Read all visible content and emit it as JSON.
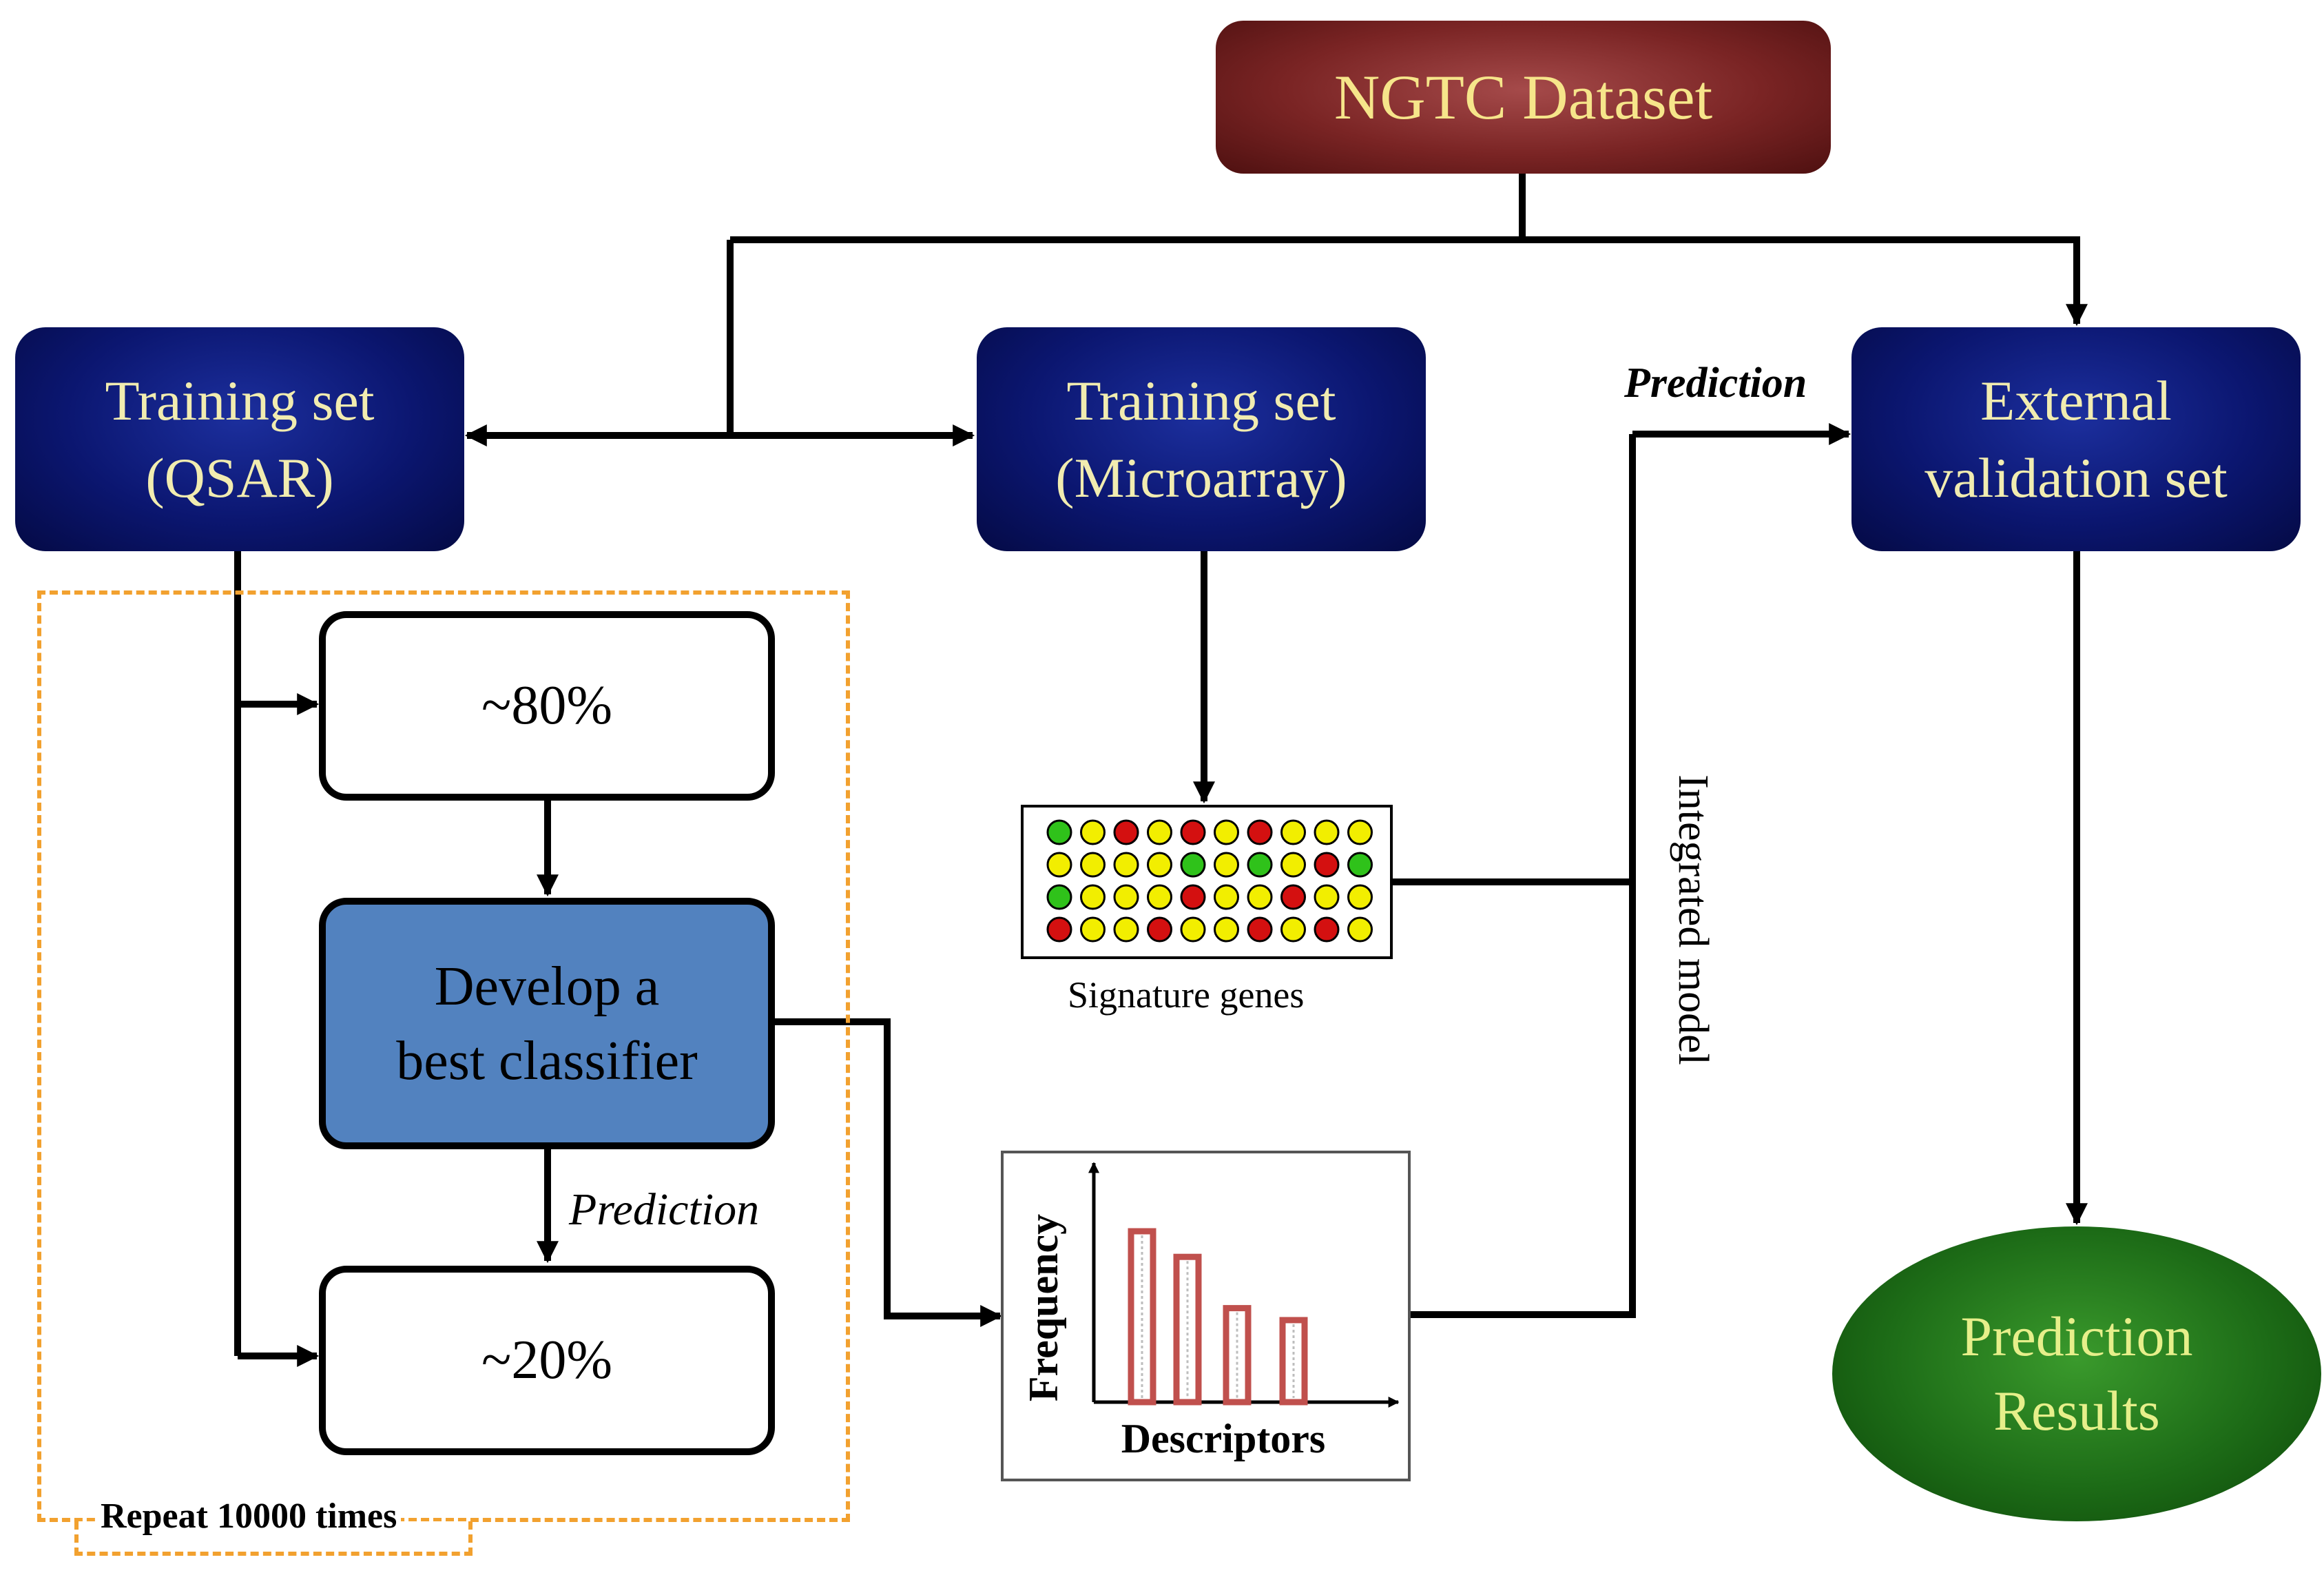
{
  "nodes": {
    "dataset": "NGTC Dataset",
    "training_qsar": [
      "Training set",
      "(QSAR)"
    ],
    "training_microarray": [
      "Training set",
      "(Microarray)"
    ],
    "external_validation": [
      "External",
      "validation set"
    ],
    "split_80": "~80%",
    "classifier": [
      "Develop a",
      "best classifier"
    ],
    "split_20": "~20%",
    "prediction_results": [
      "Prediction",
      "Results"
    ]
  },
  "labels": {
    "prediction_top": "Prediction",
    "prediction_inner": "Prediction",
    "integrated_model": "Integrated model",
    "signature_genes": "Signature genes",
    "repeat": "Repeat 10000 times",
    "frequency_axis": "Frequency",
    "descriptors_axis": "Descriptors"
  },
  "signature_grid": [
    [
      "green",
      "yellow",
      "red",
      "yellow",
      "red",
      "yellow",
      "red",
      "yellow",
      "yellow",
      "yellow"
    ],
    [
      "yellow",
      "yellow",
      "yellow",
      "yellow",
      "green",
      "yellow",
      "green",
      "yellow",
      "red",
      "green"
    ],
    [
      "green",
      "yellow",
      "yellow",
      "yellow",
      "red",
      "yellow",
      "yellow",
      "red",
      "yellow",
      "yellow"
    ],
    [
      "red",
      "yellow",
      "yellow",
      "red",
      "yellow",
      "yellow",
      "red",
      "yellow",
      "red",
      "yellow"
    ]
  ],
  "descriptor_bars": [
    1.0,
    0.85,
    0.55,
    0.48
  ],
  "colors": {
    "green": "#2fc21a",
    "yellow": "#f2ee00",
    "red": "#d41010",
    "bar_outline": "#c0504d",
    "dashed_frame": "#f2a12f",
    "line": "#000000"
  }
}
